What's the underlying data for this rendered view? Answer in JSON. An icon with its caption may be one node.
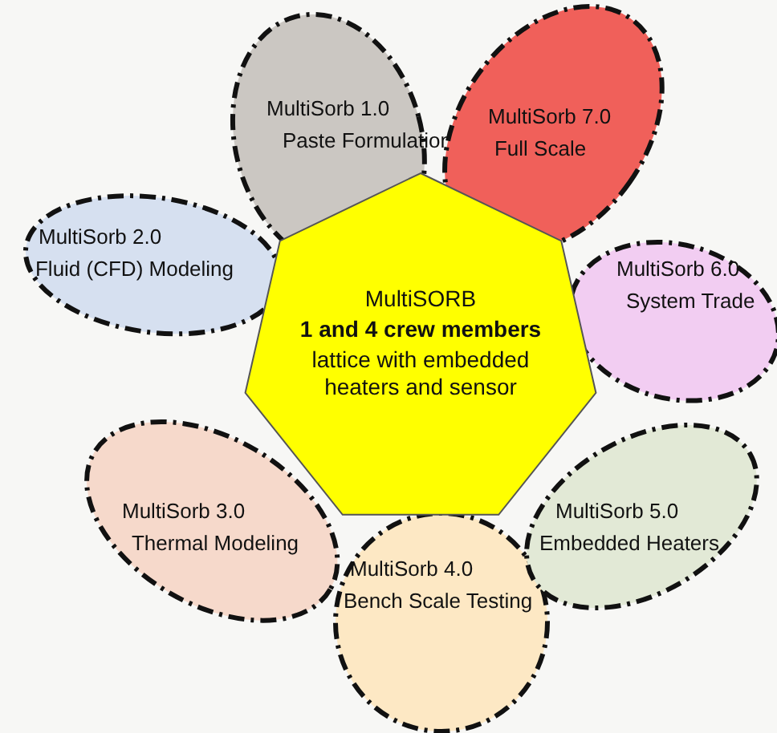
{
  "diagram": {
    "nodes": [
      {
        "text": [
          "MultiSORB",
          "**1 and 4 crew members**",
          "lattice with embedded heaters and sensor"
        ]
      },
      {
        "text": [
          "MultiSorb 1.0",
          "Paste Formulation"
        ]
      },
      {
        "text": [
          "MultiSorb 2.0",
          "Fluid (CFD) Modeling"
        ]
      },
      {
        "text": [
          "MultiSorb 3.0",
          "Thermal Modeling"
        ]
      },
      {
        "text": [
          "MultiSorb 4.0",
          "Bench Scale Testing"
        ]
      },
      {
        "text": [
          "MultiSorb 5.0",
          "Embedded Heaters"
        ]
      },
      {
        "text": [
          "MultiSorb 6.0",
          "System Trade"
        ]
      },
      {
        "text": [
          "MultiSorb 7.0",
          "Full Scale"
        ]
      }
    ],
    "edges": []
  }
}
